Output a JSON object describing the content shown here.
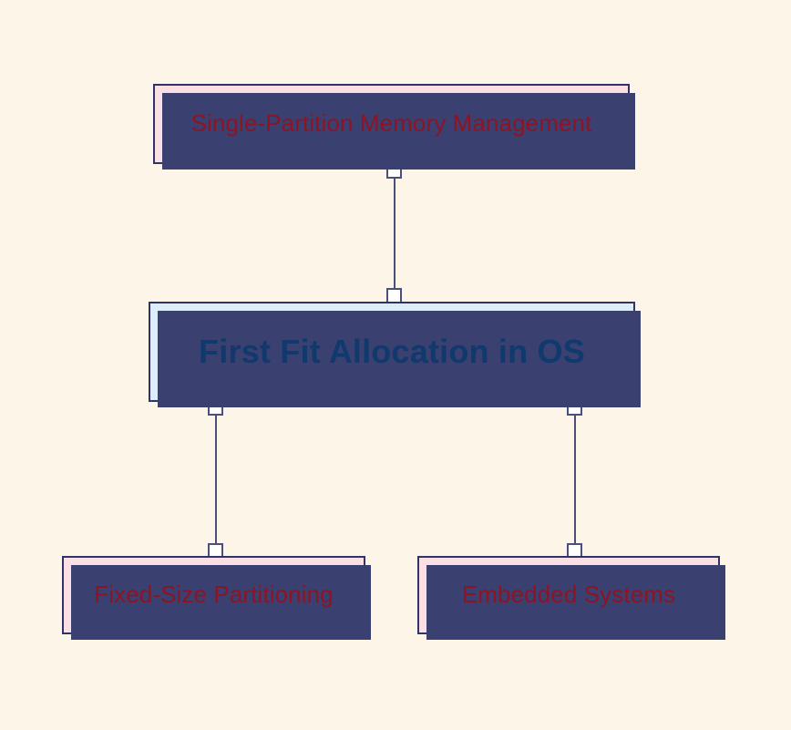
{
  "diagram": {
    "title": "First Fit Allocation in OS",
    "background_color": "#fdf5e7",
    "nodes": {
      "root": {
        "label": "Single-Partition Memory Management",
        "fill": "#fbdfe4",
        "text_color": "#8c1425",
        "border_color": "#2e3468",
        "shadow_color": "#3a4070"
      },
      "center": {
        "label": "First Fit Allocation in OS",
        "fill": "#ddedfb",
        "text_color": "#10396d",
        "border_color": "#2e3468",
        "shadow_color": "#3a4070"
      },
      "left": {
        "label": "Fixed-Size Partitioning",
        "fill": "#fbdfe4",
        "text_color": "#8c1425",
        "border_color": "#2e3468",
        "shadow_color": "#3a4070"
      },
      "right": {
        "label": "Embedded Systems",
        "fill": "#fbdfe4",
        "text_color": "#8c1425",
        "border_color": "#2e3468",
        "shadow_color": "#3a4070"
      }
    },
    "connectors": [
      {
        "from": "root",
        "to": "center"
      },
      {
        "from": "center",
        "to": "left"
      },
      {
        "from": "center",
        "to": "right"
      }
    ]
  }
}
